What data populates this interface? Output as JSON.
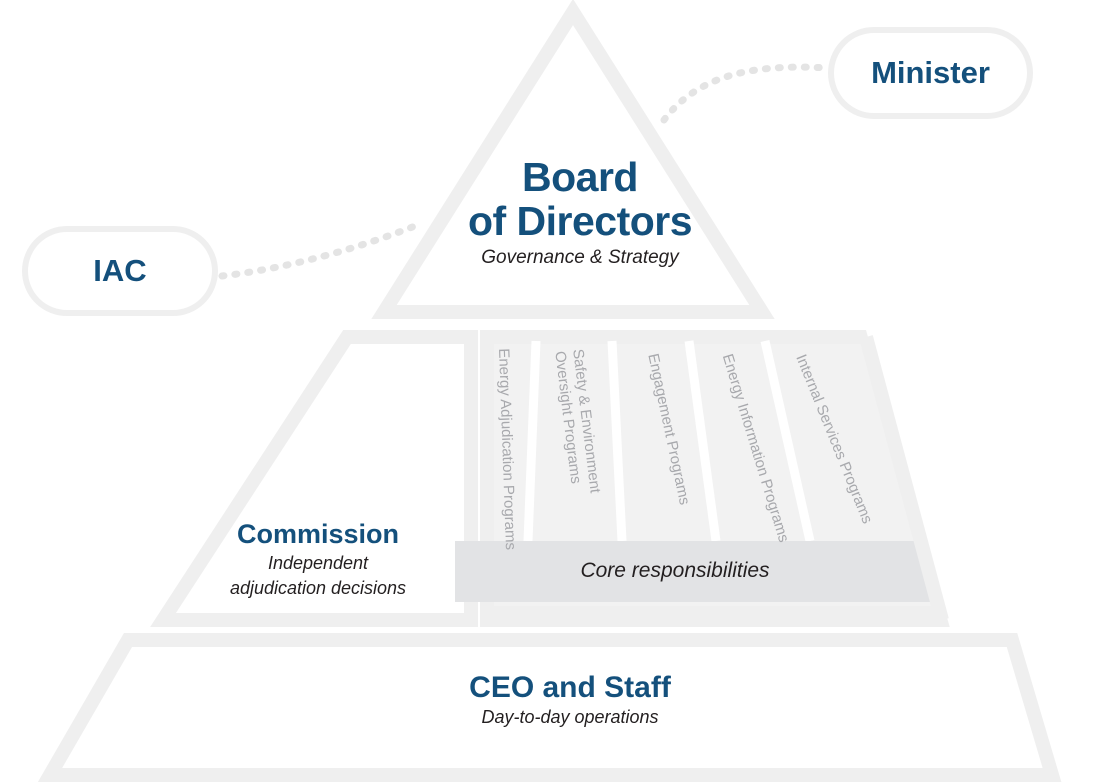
{
  "diagram": {
    "type": "organizational-pyramid",
    "colors": {
      "accent_blue": "#14507c",
      "pyramid_outline": "#efefef",
      "panel_fill": "#f2f2f2",
      "core_band": "#e2e3e5",
      "program_text": "#a8a9ad",
      "body_text": "#231f20",
      "background": "#ffffff"
    }
  },
  "callouts": [
    {
      "id": "minister",
      "label": "Minister",
      "connector": "dotted-curve"
    },
    {
      "id": "iac",
      "label": "IAC",
      "connector": "dotted-curve"
    }
  ],
  "tiers": {
    "top": {
      "title_line1": "Board",
      "title_line2": "of Directors",
      "subtitle": "Governance & Strategy"
    },
    "middle": {
      "commission": {
        "title": "Commission",
        "subtitle_line1": "Independent",
        "subtitle_line2": "adjudication decisions"
      },
      "core_band_label": "Core responsibilities",
      "programs": [
        {
          "line1": "Energy Adjudication Programs",
          "line2": ""
        },
        {
          "line1": "Safety & Environment",
          "line2": "Oversight Programs"
        },
        {
          "line1": "Engagement Programs",
          "line2": ""
        },
        {
          "line1": "Energy Information Programs",
          "line2": ""
        },
        {
          "line1": "Internal Services Programs",
          "line2": ""
        }
      ]
    },
    "bottom": {
      "title": "CEO and Staff",
      "subtitle": "Day-to-day operations"
    }
  }
}
